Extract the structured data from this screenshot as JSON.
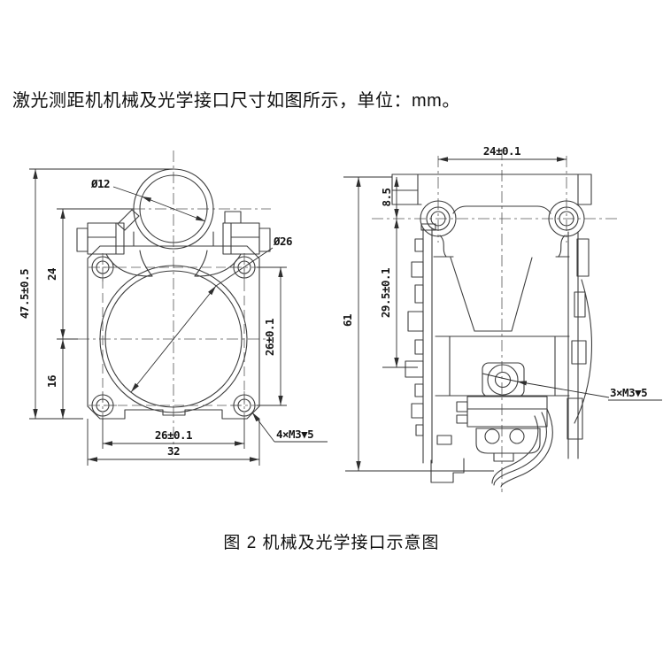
{
  "page": {
    "background": "#ffffff",
    "line_color": "#3d3d3d",
    "intro_text": "激光测距机机械及光学接口尺寸如图所示，单位：mm。",
    "caption": "图 2 机械及光学接口示意图"
  },
  "figure": {
    "front_view": {
      "dims": {
        "tube_diameter": "Ø12",
        "lens_diameter": "Ø26",
        "overall_height": "47.5±0.5",
        "tube_center_to_lens_center": "24",
        "lens_center_to_bottom": "16",
        "mount_hole_spacing_horizontal": "26±0.1",
        "overall_width": "32",
        "mount_hole_spacing_vertical": "26±0.1",
        "thread_callout": "4×M3▼5"
      }
    },
    "side_view": {
      "dims": {
        "top_hole_spacing": "24±0.1",
        "top_to_hole_center": "8.5",
        "hole_center_to_thread": "29.5±0.1",
        "overall_depth": "61",
        "thread_callout": "3×M3▼5"
      }
    }
  }
}
